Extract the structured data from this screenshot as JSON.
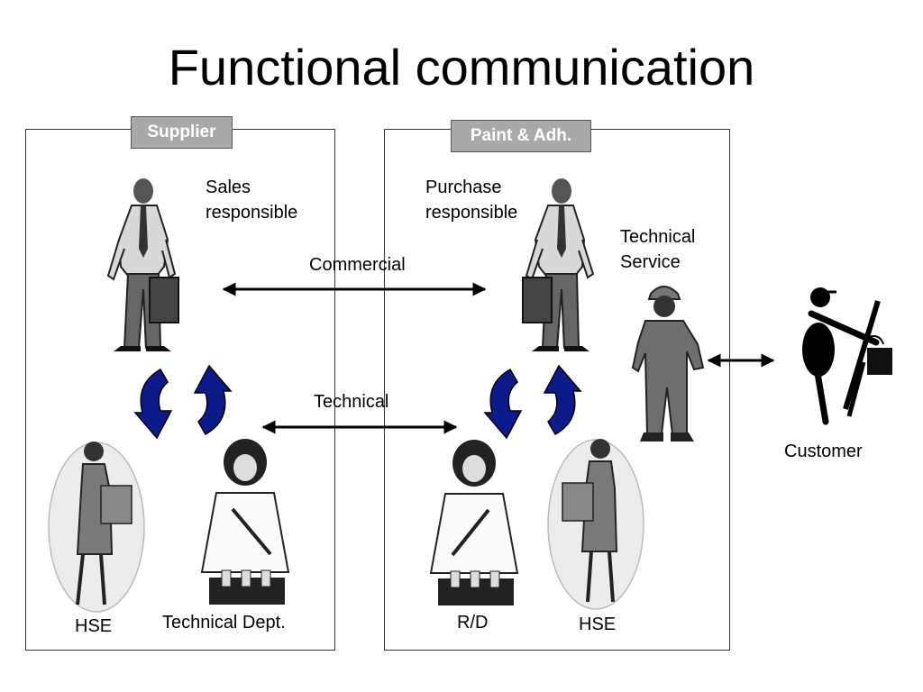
{
  "title": "Functional communication",
  "groups": {
    "supplier": "Supplier",
    "paint": "Paint & Adh."
  },
  "labels": {
    "sales": [
      "Sales",
      "responsible"
    ],
    "purchase": [
      "Purchase",
      "responsible"
    ],
    "technical_service": [
      "Technical",
      "Service"
    ],
    "commercial": "Commercial",
    "technical": "Technical",
    "hse_left": "HSE",
    "technical_dept": "Technical Dept.",
    "rd": "R/D",
    "hse_right": "HSE",
    "customer": "Customer"
  },
  "colors": {
    "cycle_arrow": "#0d1a8a",
    "tag_bg": "#a9a9a9",
    "figure_gray": "#6e6e6e"
  }
}
